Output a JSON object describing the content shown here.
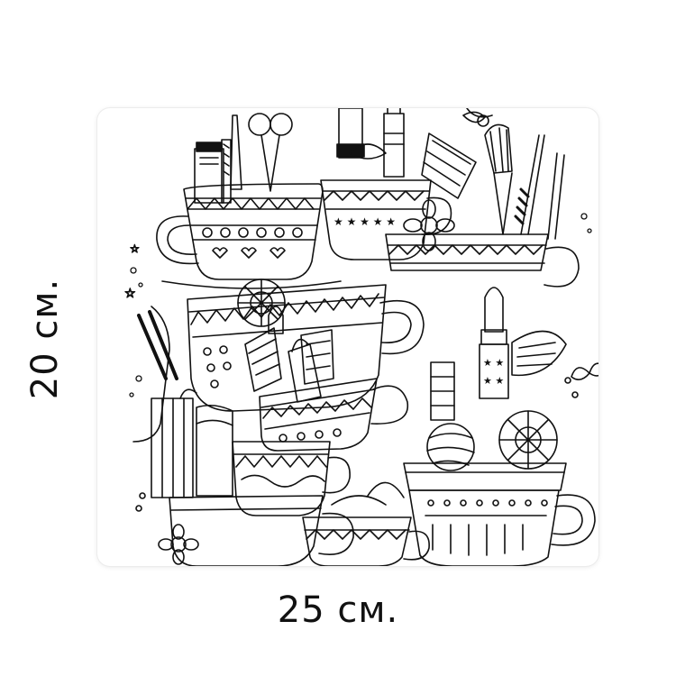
{
  "dimensions": {
    "width_label": "25 см.",
    "height_label": "20 см."
  },
  "product": {
    "illustration": "doodle-cups-with-cosmetics",
    "colors": {
      "ink": "#111111",
      "pad": "#ffffff",
      "border": "#e6e6e6"
    }
  }
}
